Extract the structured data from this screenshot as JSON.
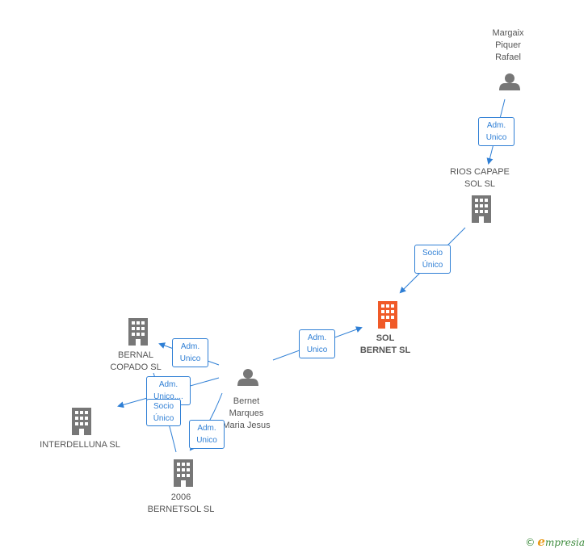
{
  "colors": {
    "edge": "#2f7fd5",
    "node": "#777777",
    "focus_node": "#f05a28"
  },
  "nodes": {
    "margaix": {
      "label": "Margaix\nPiquer\nRafael",
      "icon": "person-icon"
    },
    "rios": {
      "label": "RIOS CAPAPE\nSOL SL",
      "icon": "building-icon"
    },
    "sol": {
      "label": "SOL\nBERNET SL",
      "icon": "building-icon"
    },
    "bernet": {
      "label": "Bernet\nMarques\nMaria Jesus",
      "icon": "person-icon"
    },
    "bernal": {
      "label": "BERNAL\nCOPADO SL",
      "icon": "building-icon"
    },
    "interdelluna": {
      "label": "INTERDELLUNA SL",
      "icon": "building-icon"
    },
    "bernetsol": {
      "label": "2006\nBERNETSOL SL",
      "icon": "building-icon"
    }
  },
  "edges": {
    "margaix_rios": "Adm.\nUnico",
    "rios_sol": "Socio\nÚnico",
    "bernet_sol": "Adm.\nUnico",
    "bernet_bernal": "Adm.\nUnico",
    "bernet_interdelluna_adm": "Adm.\nUnico,...",
    "bernet_interdelluna_socio": "Socio\nÚnico",
    "bernet_bernetsol": "Adm.\nUnico"
  },
  "watermark": {
    "copyright": "©",
    "brand_initial": "e",
    "brand_rest": "mpresia"
  }
}
